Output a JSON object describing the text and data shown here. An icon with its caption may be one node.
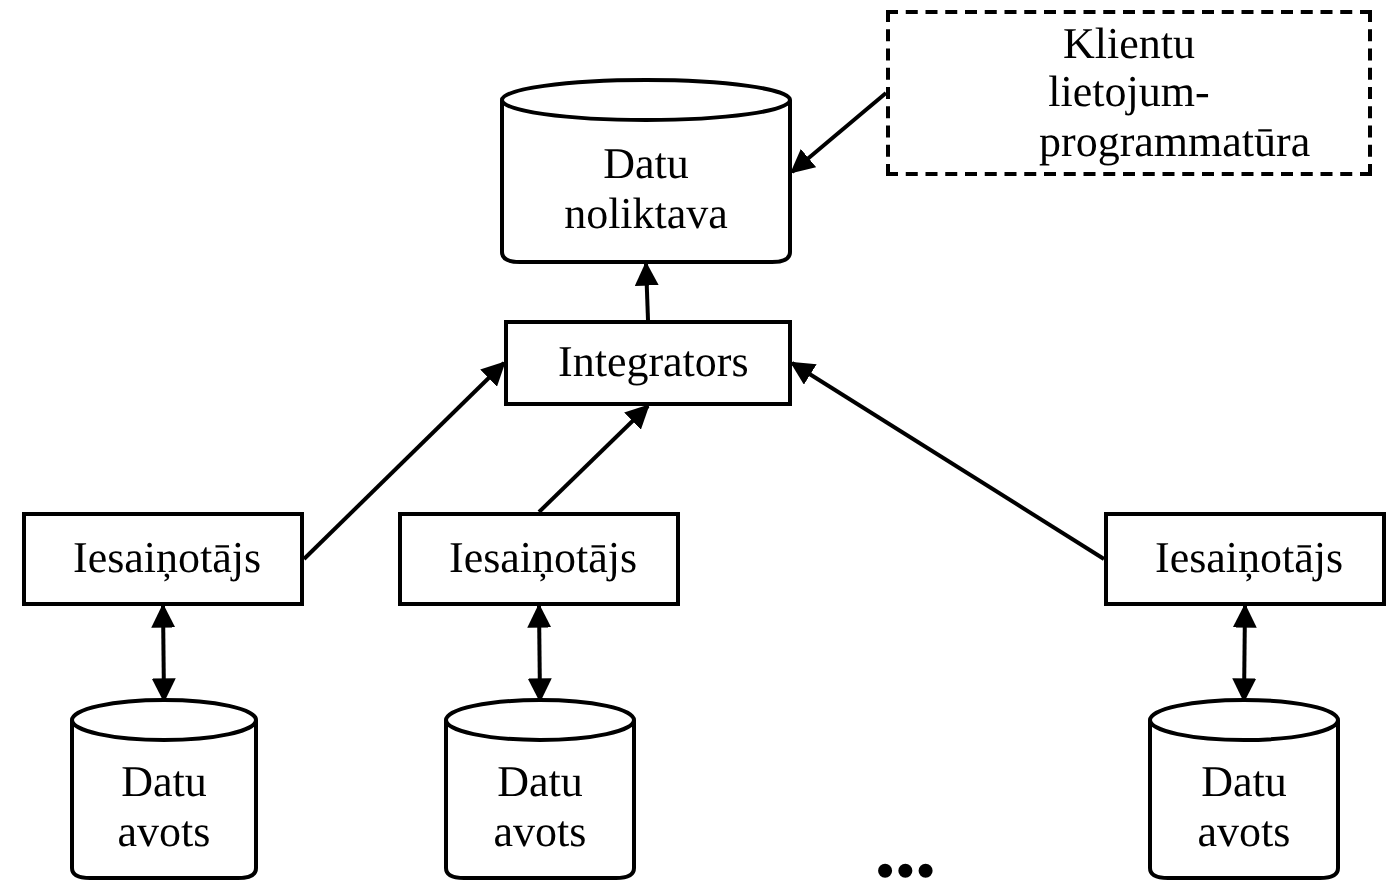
{
  "diagram": {
    "nodes": [
      {
        "text": [
          "Klientu lietojum- programmatūra"
        ]
      },
      {
        "text": [
          "Datu noliktava"
        ]
      },
      {
        "text": [
          "Integrators"
        ]
      },
      {
        "text": [
          "Iesaiņotājs"
        ]
      },
      {
        "text": [
          "Iesaiņotājs"
        ]
      },
      {
        "text": [
          "Iesaiņotājs"
        ]
      },
      {
        "text": [
          "Datu avots"
        ]
      },
      {
        "text": [
          "Datu avots"
        ]
      },
      {
        "text": [
          "Datu avots"
        ]
      }
    ],
    "edges": [
      {
        "from": 0,
        "to": 1,
        "arrow": "to"
      },
      {
        "from": 2,
        "to": 1,
        "arrow": "to"
      },
      {
        "from": 3,
        "to": 2,
        "arrow": "to"
      },
      {
        "from": 4,
        "to": 2,
        "arrow": "to"
      },
      {
        "from": 5,
        "to": 2,
        "arrow": "to"
      },
      {
        "from": 3,
        "to": 6,
        "arrow": "both"
      },
      {
        "from": 4,
        "to": 7,
        "arrow": "both"
      },
      {
        "from": 5,
        "to": 8,
        "arrow": "both"
      }
    ],
    "labels": [
      "•••"
    ]
  }
}
